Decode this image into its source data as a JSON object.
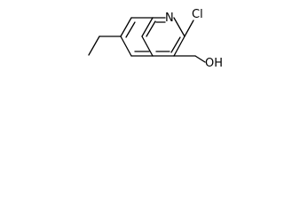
{
  "molecule": {
    "atoms": {
      "nitrogen": "N",
      "chlorine": "Cl",
      "hydroxyl": "OH"
    }
  }
}
